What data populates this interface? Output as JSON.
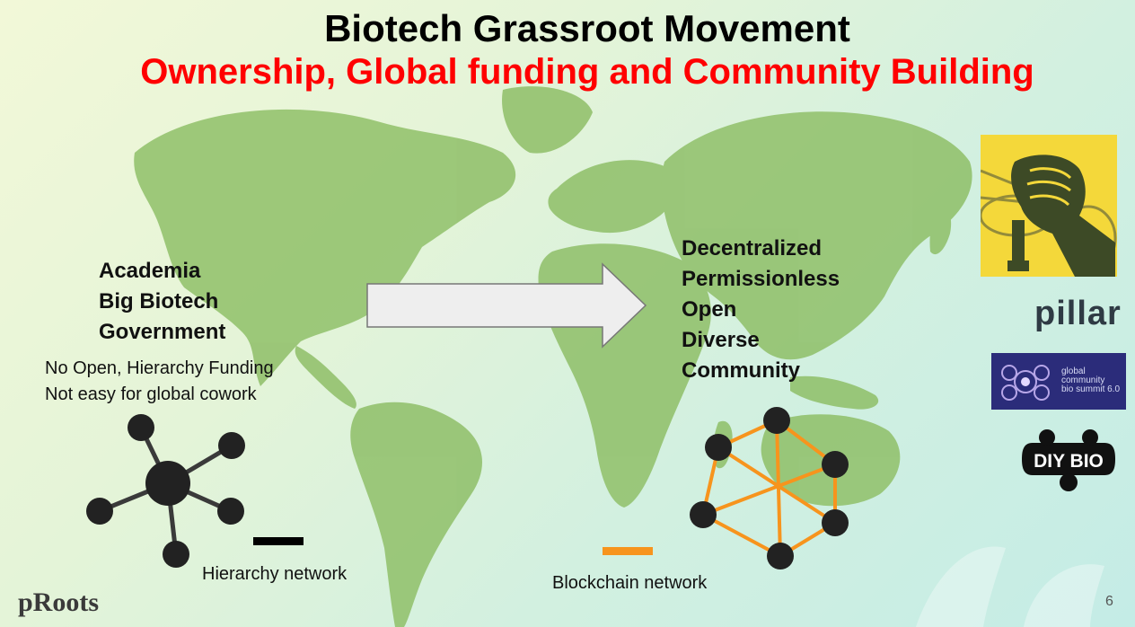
{
  "title": "Biotech Grassroot Movement",
  "subtitle": "Ownership, Global funding and Community Building",
  "left_list": [
    "Academia",
    "Big Biotech",
    "Government"
  ],
  "left_notes": [
    "No Open, Hierarchy Funding",
    "Not easy for global cowork"
  ],
  "right_list": [
    "Decentralized",
    "Permissionless",
    "Open",
    "Diverse",
    "Community"
  ],
  "legend": {
    "hierarchy_label": "Hierarchy network",
    "hierarchy_color": "#000000",
    "blockchain_label": "Blockchain network",
    "blockchain_color": "#f7941d"
  },
  "logos": {
    "pillar": "pillar",
    "summit_lines": [
      "global",
      "community",
      "bio summit 6.0"
    ],
    "diybio": "DIY BIO"
  },
  "brand": "pRoots",
  "page_number": "6",
  "colors": {
    "title": "#000000",
    "subtitle": "#ff0000",
    "map": "#8fbf68",
    "arrow": "#eeeeee"
  }
}
